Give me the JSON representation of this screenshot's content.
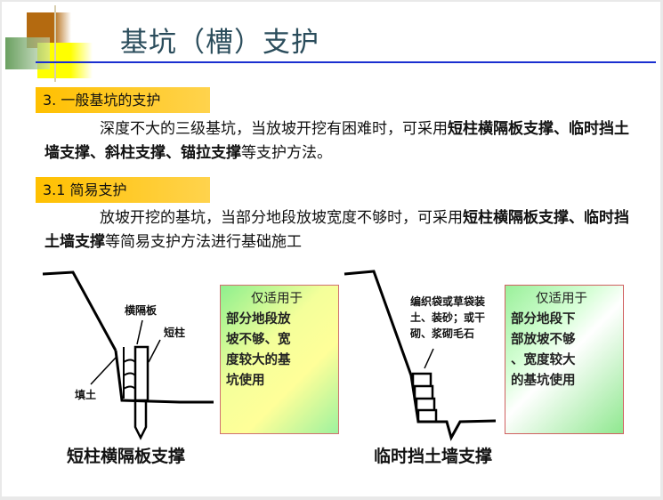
{
  "title": "基坑（槽）支护",
  "section1": {
    "heading": "3. 一般基坑的支护",
    "text_normal": "深度不大的三级基坑，当放坡开挖有困难时，可采用",
    "text_bold": "短柱横隔板支撑、临时挡土墙支撑、斜柱支撑、锚拉支撑",
    "text_end": "等支护方法。"
  },
  "section2": {
    "heading": "3.1 简易支护",
    "text_normal": "放坡开挖的基坑，当部分地段放坡宽度不够时，可采用",
    "text_bold": "短柱横隔板支撑、临时挡土墙支撑",
    "text_end": "等简易支护方法进行基础施工"
  },
  "figure1": {
    "caption": "短柱横隔板支撑",
    "labels": {
      "board": "横隔板",
      "post": "短柱",
      "fill": "填土"
    },
    "note": [
      "仅适用于",
      "部分地段放",
      "坡不够、宽",
      "度较大的基",
      "坑使用"
    ]
  },
  "figure2": {
    "caption": "临时挡土墙支撑",
    "label": [
      "编织袋或草袋装",
      "土、装砂；或干",
      "砌、浆砌毛石"
    ],
    "note": [
      "仅适用于",
      "部分地段下",
      "部放坡不够",
      "、宽度较大",
      "的基坑使用"
    ]
  },
  "colors": {
    "heading_bar": "#ffc000",
    "rule": "#1a2fd0",
    "title": "#2b4d5c"
  }
}
